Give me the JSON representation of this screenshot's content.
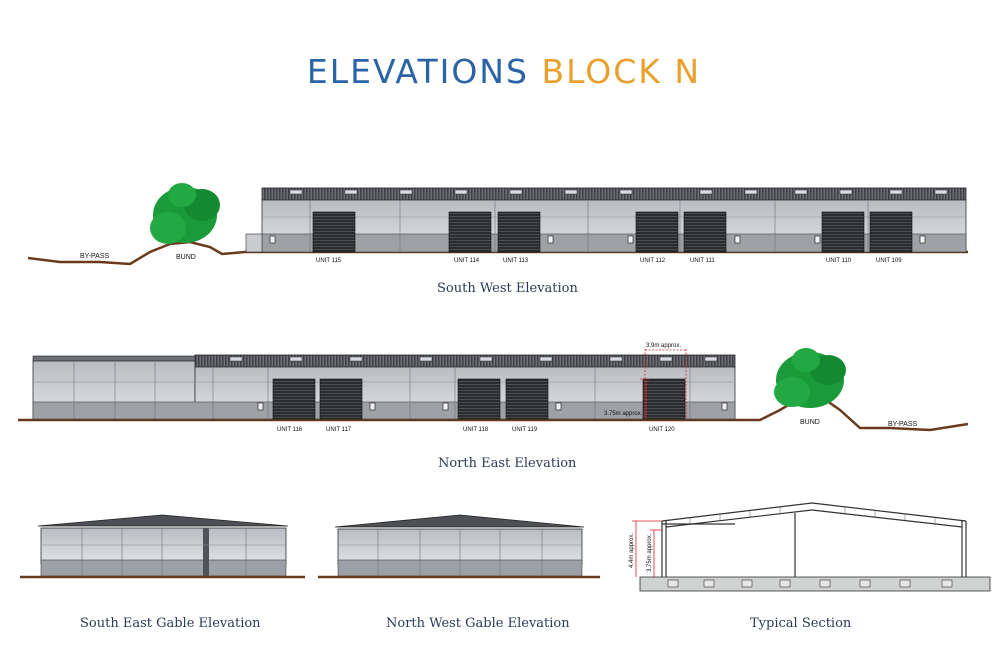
{
  "title": {
    "part1": "ELEVATIONS",
    "part2": "BLOCK N"
  },
  "colors": {
    "title_blue": "#2a64a6",
    "title_orange": "#e9a12e",
    "tree_green": "#1b9a3a",
    "ground_brown": "#6b3a1a",
    "dimension_red": "#d8262c"
  },
  "south_west": {
    "caption": "South West Elevation",
    "bypass": "BY-PASS",
    "bund": "BUND",
    "units": [
      "UNIT 115",
      "UNIT 114",
      "UNIT 113",
      "UNIT 112",
      "UNIT 111",
      "UNIT 110",
      "UNIT 109"
    ]
  },
  "north_east": {
    "caption": "North East Elevation",
    "bypass": "BY-PASS",
    "bund": "BUND",
    "units": [
      "UNIT 116",
      "UNIT 117",
      "UNIT 118",
      "UNIT 119",
      "UNIT 120"
    ],
    "dim_width": "3.9m approx.",
    "dim_height": "3.75m approx."
  },
  "south_east": {
    "caption": "South East Gable Elevation"
  },
  "north_west": {
    "caption": "North West Gable Elevation"
  },
  "section": {
    "caption": "Typical Section",
    "dim_outer": "4.4m approx.",
    "dim_inner": "3.75m approx."
  }
}
